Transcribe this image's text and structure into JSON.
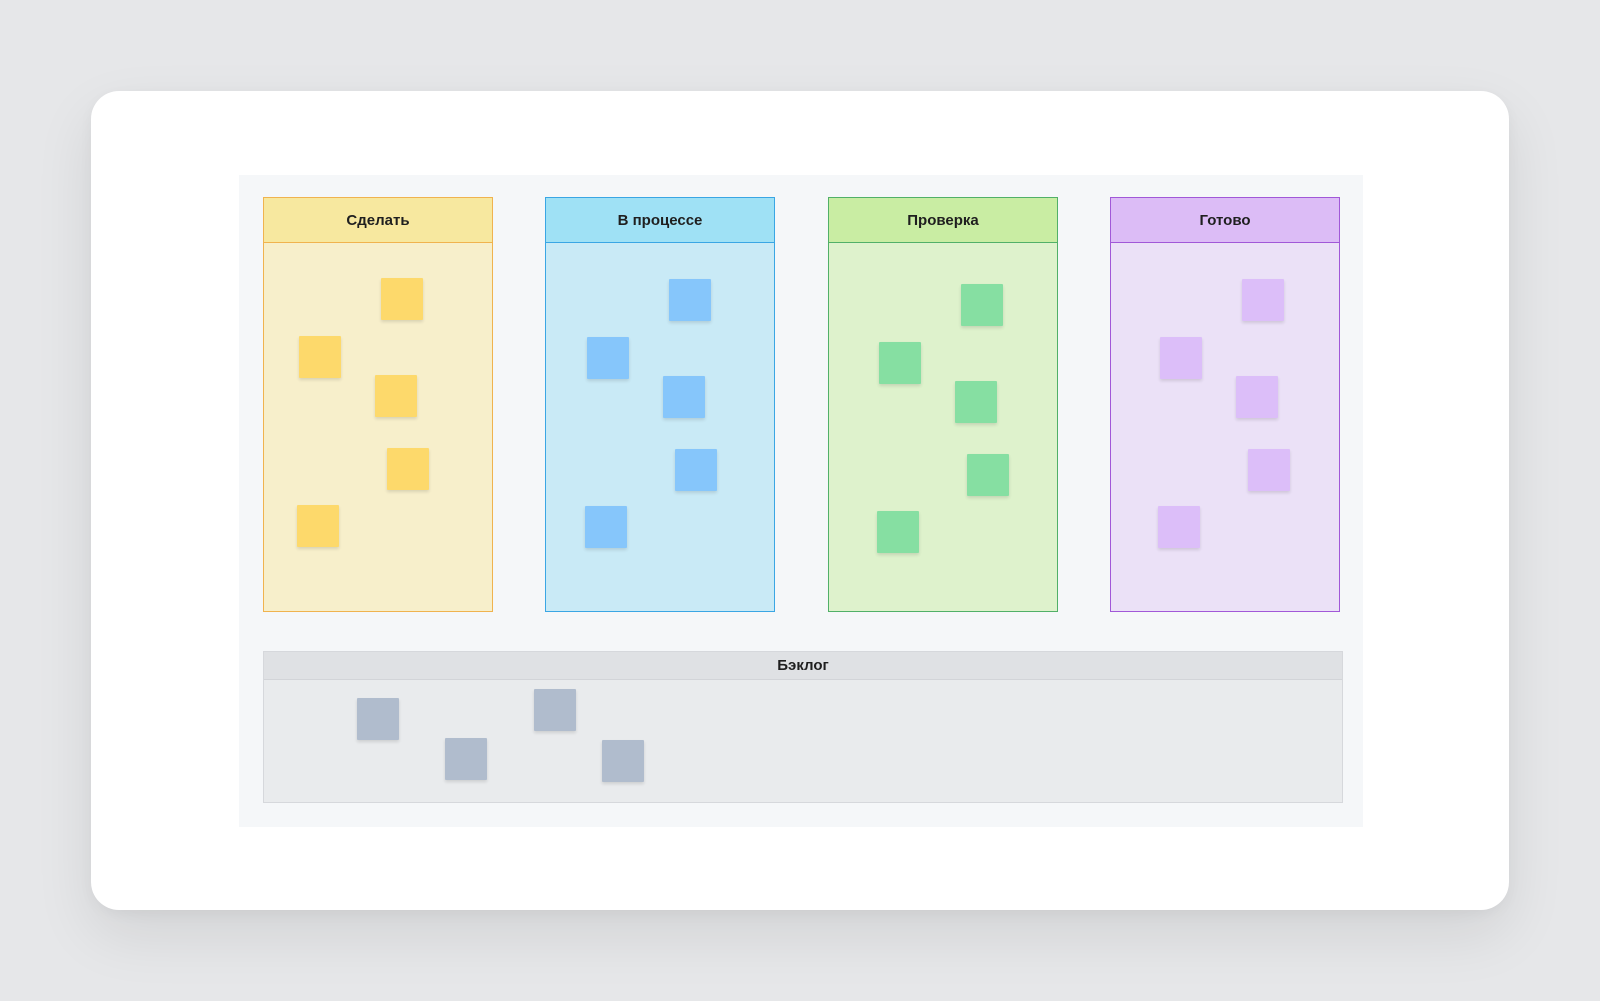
{
  "board": {
    "columns": [
      {
        "title": "Сделать",
        "color": "#fdd96b",
        "card_count": 5
      },
      {
        "title": "В процессе",
        "color": "#86c6fb",
        "card_count": 5
      },
      {
        "title": "Проверка",
        "color": "#86dfa2",
        "card_count": 5
      },
      {
        "title": "Готово",
        "color": "#dcbef9",
        "card_count": 5
      }
    ],
    "backlog": {
      "title": "Бэклог",
      "color": "#b0bccd",
      "card_count": 4
    }
  }
}
